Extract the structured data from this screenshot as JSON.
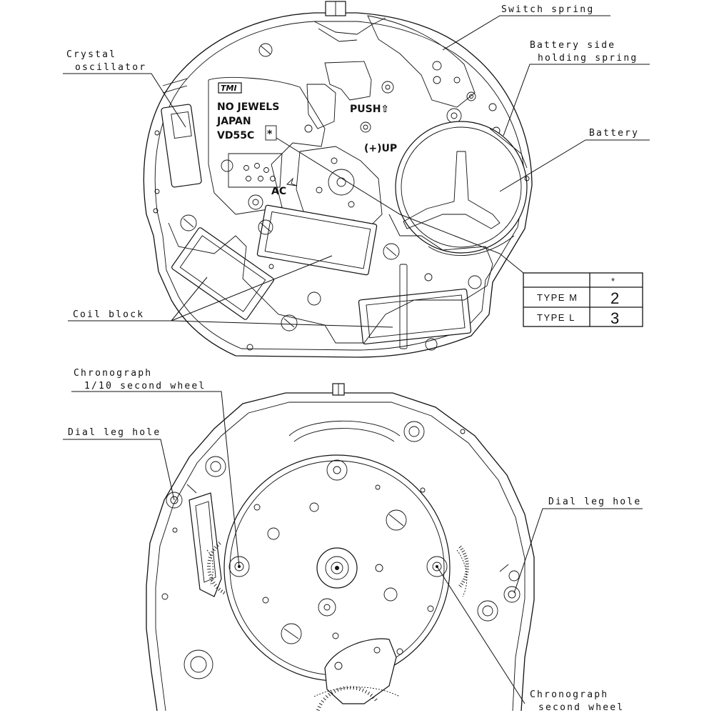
{
  "top_view": {
    "labels": {
      "switch_spring": "Switch spring",
      "battery_side_holding_spring_line1": "Battery side",
      "battery_side_holding_spring_line2": "holding spring",
      "crystal_oscillator_line1": "Crystal",
      "crystal_oscillator_line2": "oscillator",
      "battery": "Battery",
      "coil_block": "Coil block"
    },
    "engraving": {
      "logo": "TMI",
      "line1": "NO JEWELS",
      "line2": "JAPAN",
      "line3": "VD55C",
      "asterisk_box": "*",
      "push": "PUSH⇧",
      "plus_up": "(+)UP",
      "ac": "AC"
    },
    "type_table": {
      "header": "*",
      "rows": [
        {
          "type": "TYPE M",
          "value": "2"
        },
        {
          "type": "TYPE L",
          "value": "3"
        }
      ]
    }
  },
  "bottom_view": {
    "labels": {
      "chronograph_tenth_line1": "Chronograph",
      "chronograph_tenth_line2": "1/10 second wheel",
      "dial_leg_hole_left": "Dial leg hole",
      "dial_leg_hole_right": "Dial leg hole",
      "chronograph_second_line1": "Chronograph",
      "chronograph_second_line2": "second wheel"
    }
  }
}
